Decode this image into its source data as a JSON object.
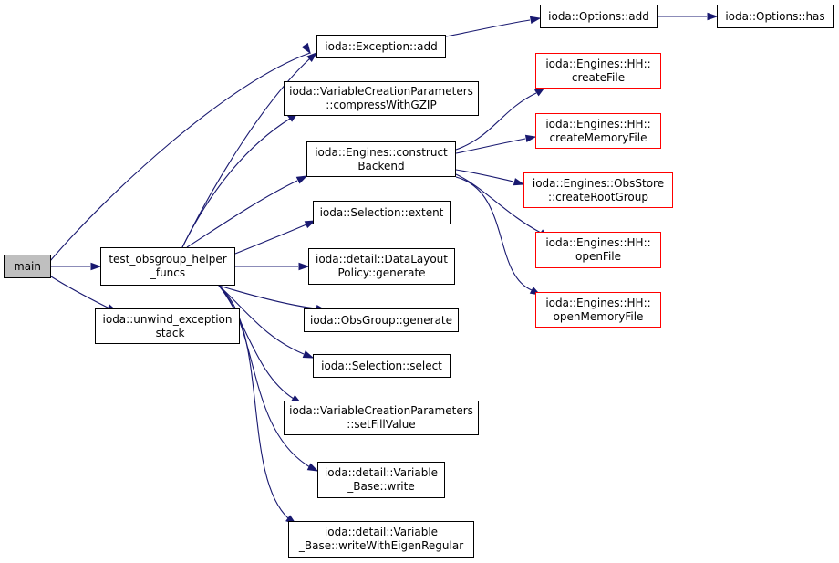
{
  "colors": {
    "edge": "#191970",
    "incomplete_border": "#ff0000",
    "root_fill": "#bfbfbf"
  },
  "nodes": {
    "main": {
      "lines": [
        "main"
      ]
    },
    "helper": {
      "lines": [
        "test_obsgroup_helper",
        "_funcs"
      ]
    },
    "unwind": {
      "lines": [
        "ioda::unwind_exception",
        "_stack"
      ]
    },
    "exc_add": {
      "lines": [
        "ioda::Exception::add"
      ]
    },
    "opt_add": {
      "lines": [
        "ioda::Options::add"
      ]
    },
    "opt_has": {
      "lines": [
        "ioda::Options::has"
      ]
    },
    "compress": {
      "lines": [
        "ioda::VariableCreationParameters",
        "::compressWithGZIP"
      ]
    },
    "construct": {
      "lines": [
        "ioda::Engines::construct",
        "Backend"
      ]
    },
    "hh_create": {
      "lines": [
        "ioda::Engines::HH::",
        "createFile"
      ]
    },
    "hh_creatmem": {
      "lines": [
        "ioda::Engines::HH::",
        "createMemoryFile"
      ]
    },
    "obsstore": {
      "lines": [
        "ioda::Engines::ObsStore",
        "::createRootGroup"
      ]
    },
    "hh_open": {
      "lines": [
        "ioda::Engines::HH::",
        "openFile"
      ]
    },
    "hh_openmem": {
      "lines": [
        "ioda::Engines::HH::",
        "openMemoryFile"
      ]
    },
    "sel_extent": {
      "lines": [
        "ioda::Selection::extent"
      ]
    },
    "dl_generate": {
      "lines": [
        "ioda::detail::DataLayout",
        "Policy::generate"
      ]
    },
    "og_generate": {
      "lines": [
        "ioda::ObsGroup::generate"
      ]
    },
    "sel_select": {
      "lines": [
        "ioda::Selection::select"
      ]
    },
    "setfill": {
      "lines": [
        "ioda::VariableCreationParameters",
        "::setFillValue"
      ]
    },
    "vb_write": {
      "lines": [
        "ioda::detail::Variable",
        "_Base::write"
      ]
    },
    "vb_writeeig": {
      "lines": [
        "ioda::detail::Variable",
        "_Base::writeWithEigenRegular"
      ]
    }
  }
}
